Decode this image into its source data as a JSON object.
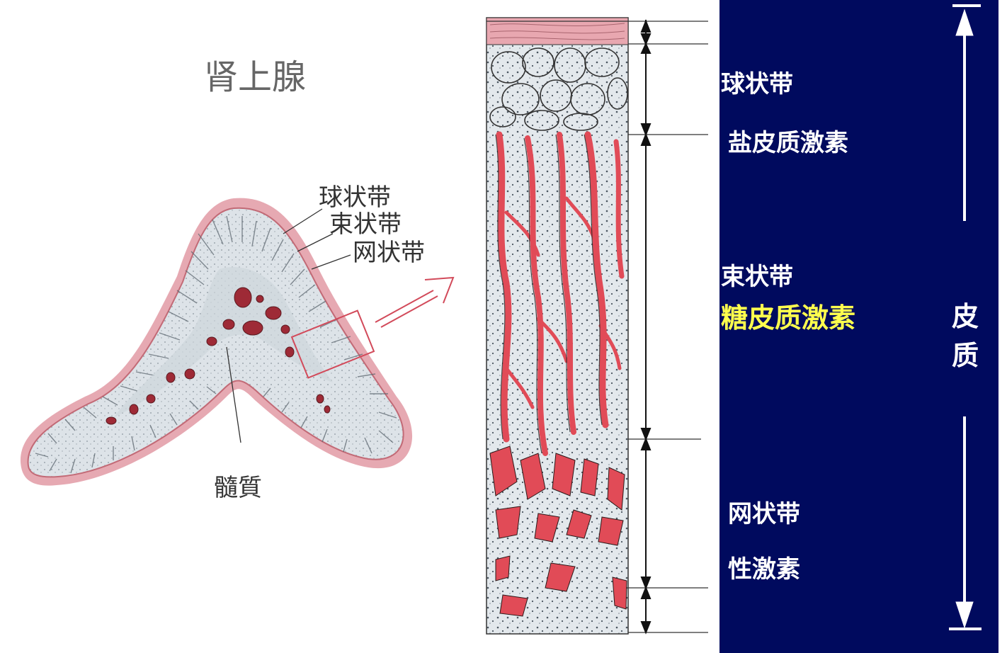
{
  "gland": {
    "title": "肾上腺",
    "labels": {
      "zona_glomerulosa": "球状带",
      "zona_fasciculata": "束状带",
      "zona_reticularis": "网状带",
      "medulla": "髓質"
    }
  },
  "panel": {
    "zones": [
      {
        "name": "球状带",
        "hormone": "盐皮质激素"
      },
      {
        "name": "束状带",
        "hormone": "糖皮质激素"
      },
      {
        "name": "网状带",
        "hormone": "性激素"
      }
    ],
    "cortex_label_1": "皮",
    "cortex_label_2": "质"
  },
  "colors": {
    "panel_bg": "#000a5e",
    "panel_text": "#ffffff",
    "highlight_text": "#ffff4d",
    "vessel": "#e14b57",
    "capsule": "#e8a7b0",
    "tissue": "#dfe5ea",
    "gland_outline": "#d0727e"
  }
}
